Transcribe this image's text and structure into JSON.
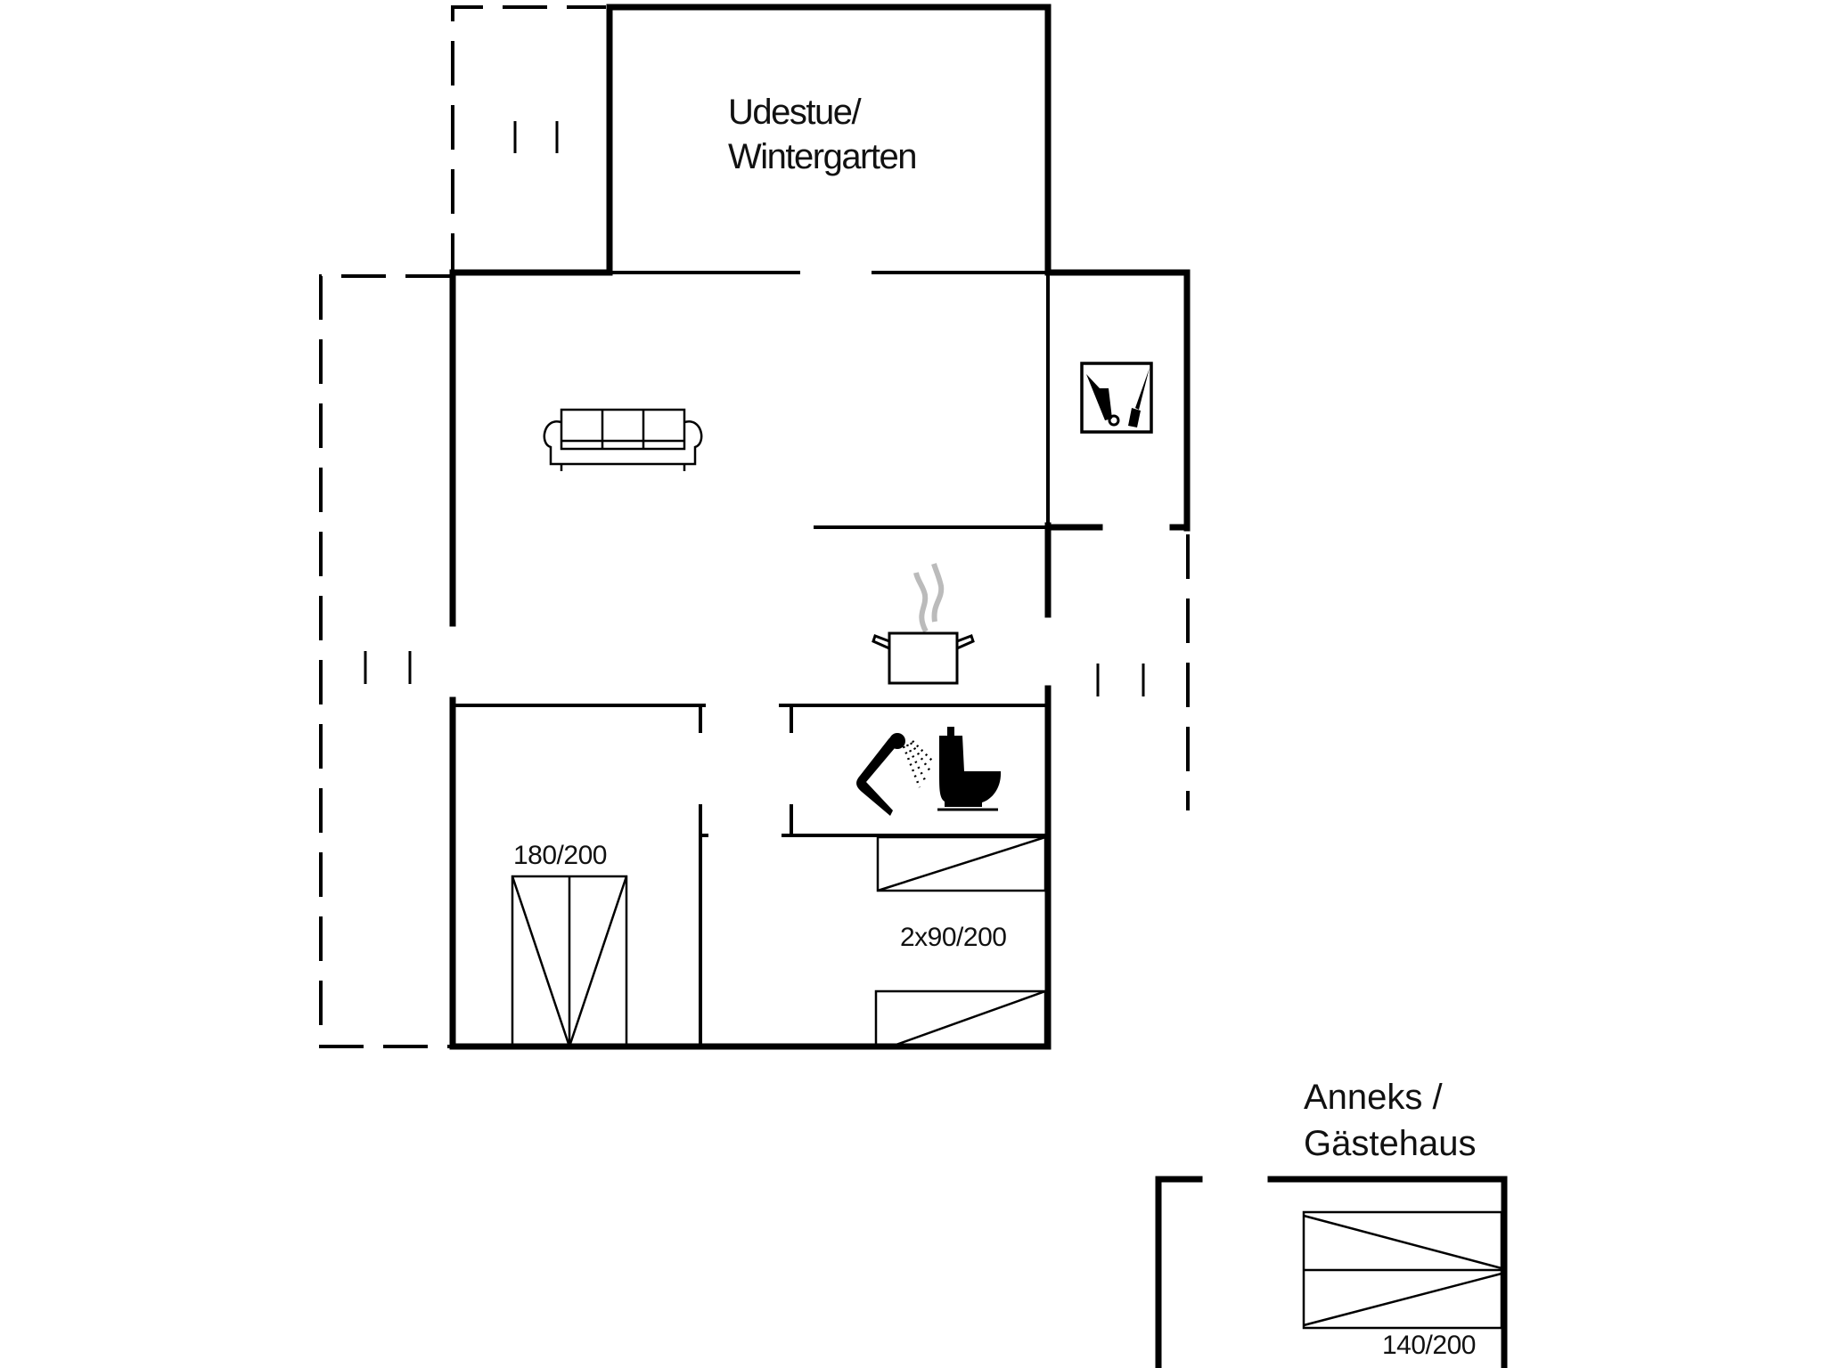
{
  "floor_plan": {
    "rooms": [
      {
        "id": "sunroom",
        "label_line1": "Udestue/",
        "label_line2": "Wintergarten"
      },
      {
        "id": "living-room",
        "icon": "sofa-icon"
      },
      {
        "id": "utility-room",
        "icon": "utility-cleaning-icon"
      },
      {
        "id": "kitchen",
        "icon": "cooking-pot-icon"
      },
      {
        "id": "bathroom",
        "icons": [
          "shower-icon",
          "toilet-icon"
        ]
      },
      {
        "id": "bedroom-1",
        "bed_label": "180/200"
      },
      {
        "id": "bedroom-2",
        "bed_label": "2x90/200"
      }
    ],
    "annex": {
      "label_line1": "Anneks /",
      "label_line2": "Gästehaus",
      "bed_label": "140/200"
    },
    "colors": {
      "wall": "#000000",
      "background": "#ffffff",
      "steam": "#bbbbbb"
    }
  }
}
